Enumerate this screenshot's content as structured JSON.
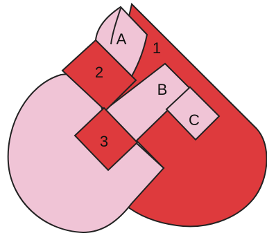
{
  "labels": {
    "region_1": "1",
    "region_2": "2",
    "region_3": "3",
    "region_a": "A",
    "region_b": "B",
    "region_c": "C"
  },
  "colors": {
    "dark_red": "#de3a3d",
    "light_pink": "#f0c4d6",
    "outline": "#222222",
    "background": "#ffffff"
  }
}
